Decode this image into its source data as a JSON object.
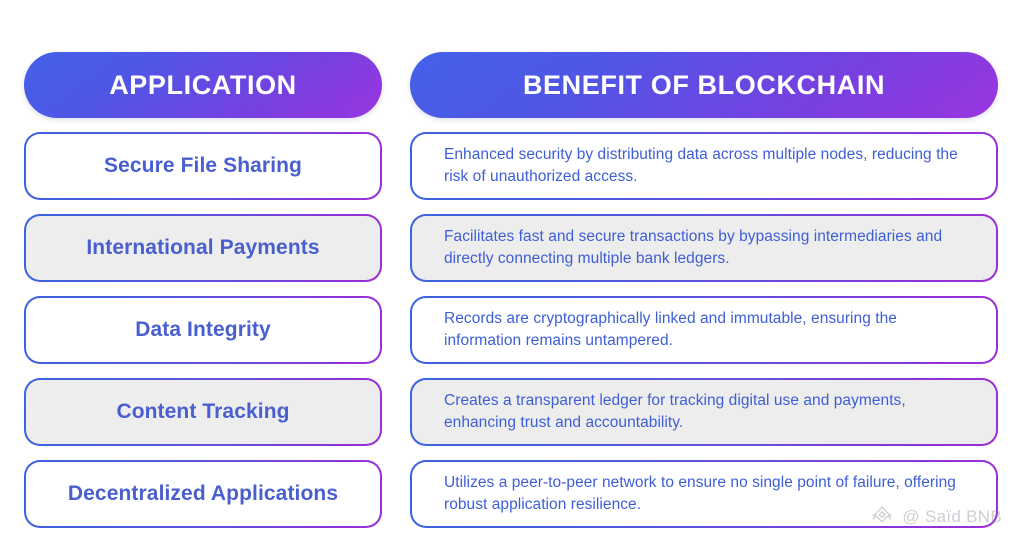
{
  "headers": {
    "left": "APPLICATION",
    "right": "BENEFIT OF BLOCKCHAIN"
  },
  "rows": [
    {
      "application": "Secure File Sharing",
      "benefit": "Enhanced security by distributing data across multiple nodes, reducing the risk of unauthorized access.",
      "shaded": false
    },
    {
      "application": "International Payments",
      "benefit": "Facilitates fast and secure transactions by bypassing intermediaries and directly connecting multiple bank ledgers.",
      "shaded": true
    },
    {
      "application": "Data Integrity",
      "benefit": "Records are cryptographically linked and immutable, ensuring the information remains untampered.",
      "shaded": false
    },
    {
      "application": "Content Tracking",
      "benefit": "Creates a transparent ledger for tracking digital use and payments, enhancing trust and accountability.",
      "shaded": true
    },
    {
      "application": "Decentralized Applications",
      "benefit": "Utilizes a peer-to-peer network to ensure no single point of failure, offering robust application resilience.",
      "shaded": false
    }
  ],
  "watermark": {
    "icon": "diamond-logo-icon",
    "text": "@ Saïd BNB"
  },
  "colors": {
    "gradient_start": "#3c63e0",
    "gradient_end": "#9b2fd6",
    "application_text": "#4a5fcf",
    "benefit_text": "#3e5ed6",
    "shaded_row_bg": "#ededed",
    "page_bg": "#ffffff"
  }
}
